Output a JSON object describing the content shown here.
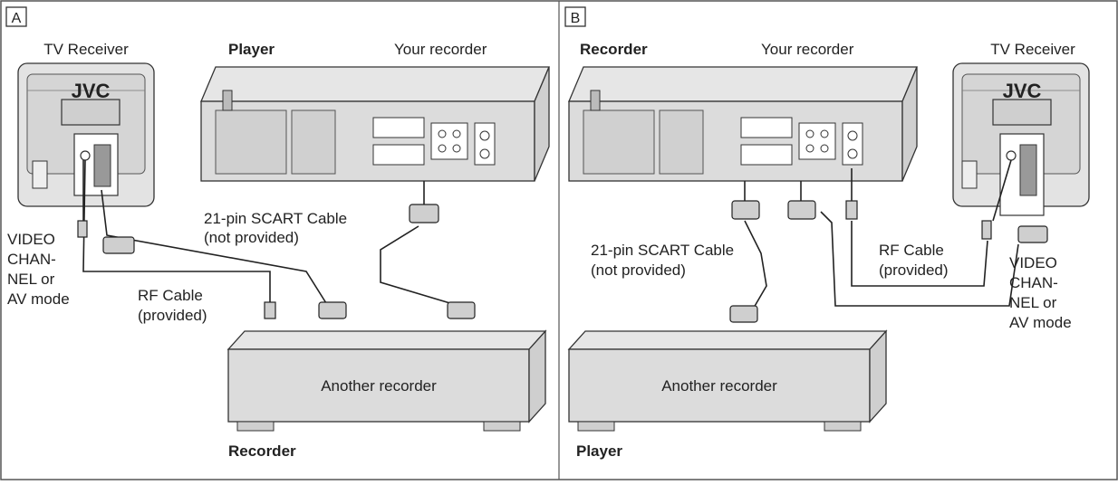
{
  "panels": [
    {
      "id": "A",
      "tv_label": "TV Receiver",
      "tv_brand": "JVC",
      "player_label": "Player",
      "your_recorder_label": "Your recorder",
      "scart_cable_line1": "21-pin SCART Cable",
      "scart_cable_line2": "(not provided)",
      "video_lines": [
        "VIDEO",
        "CHAN-",
        "NEL or",
        "AV mode"
      ],
      "rf_cable_line1": "RF Cable",
      "rf_cable_line2": "(provided)",
      "another_recorder_label": "Another recorder",
      "bottom_label": "Recorder"
    },
    {
      "id": "B",
      "tv_label": "TV Receiver",
      "tv_brand": "JVC",
      "recorder_label": "Recorder",
      "your_recorder_label": "Your recorder",
      "scart_cable_line1": "21-pin SCART Cable",
      "scart_cable_line2": "(not provided)",
      "video_lines": [
        "VIDEO",
        "CHAN-",
        "NEL or",
        "AV mode"
      ],
      "rf_cable_line1": "RF Cable",
      "rf_cable_line2": "(provided)",
      "another_recorder_label": "Another recorder",
      "bottom_label": "Player"
    }
  ],
  "colors": {
    "device_fill": "#d9d9d9",
    "device_dark": "#bdbdbd",
    "line": "#333333",
    "border": "#555555"
  }
}
